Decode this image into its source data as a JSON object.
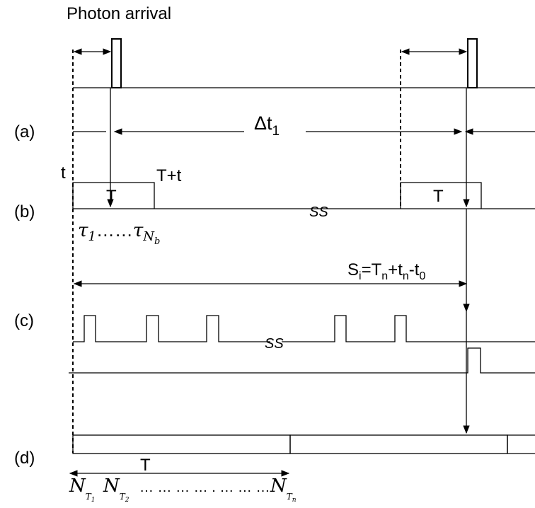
{
  "labels": {
    "photon_arrival": "Photon arrival",
    "row_a": "(a)",
    "row_b": "(b)",
    "row_c": "(c)",
    "row_d": "(d)",
    "delta_t": "Δt",
    "delta_t_sub": "1",
    "t": "t",
    "T_plus_t": "T+t",
    "T": "T",
    "tau_sequence": {
      "tau": "τ",
      "first_sub": "1",
      "dots": "……",
      "last_sub_main": "N",
      "last_sub_sub": "b"
    },
    "break_symbol": "SS",
    "si_formula": {
      "S": "S",
      "S_sub": "i",
      "eq": "=T",
      "T_sub": "n",
      "plus": "+t",
      "t_sub": "n",
      "minus": "-t",
      "zero_sub": "0"
    },
    "n_sequence": {
      "N": "N",
      "sub1": "T",
      "sub1_sub": "1",
      "sub2": "T",
      "sub2_sub": "2",
      "dots": "… … … … . … … …",
      "subn": "T",
      "subn_sub": "n"
    }
  }
}
